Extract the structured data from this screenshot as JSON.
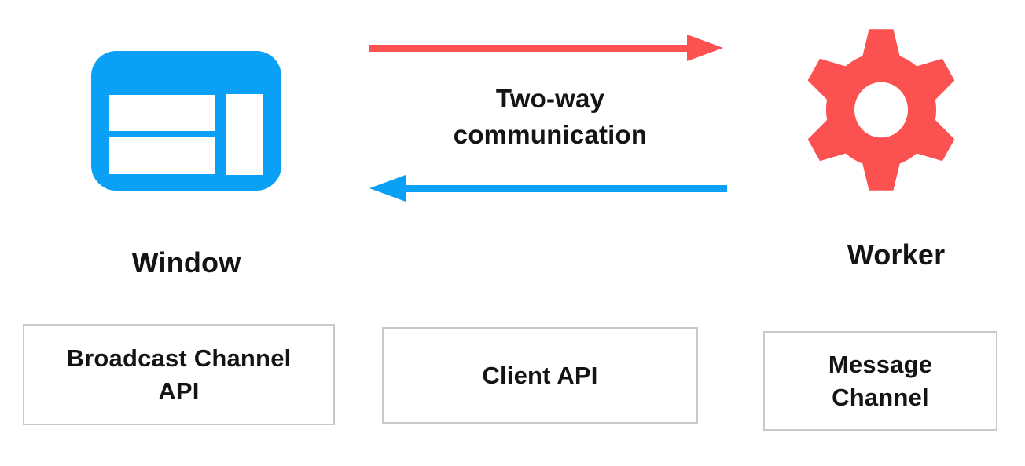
{
  "colors": {
    "blue": "#0aa0f5",
    "red": "#fb5150",
    "text": "#141414",
    "box-border": "#c9c9c9",
    "bg": "#ffffff"
  },
  "diagram": {
    "window_node": {
      "label": "Window",
      "icon": "browser-window-icon"
    },
    "worker_node": {
      "label": "Worker",
      "icon": "gear-icon"
    },
    "communication": {
      "label": "Two-way\ncommunication",
      "forward_arrow": "red-right-arrow",
      "backward_arrow": "blue-left-arrow"
    },
    "channels": [
      {
        "label": "Broadcast Channel\nAPI"
      },
      {
        "label": "Client API"
      },
      {
        "label": "Message\nChannel"
      }
    ]
  }
}
